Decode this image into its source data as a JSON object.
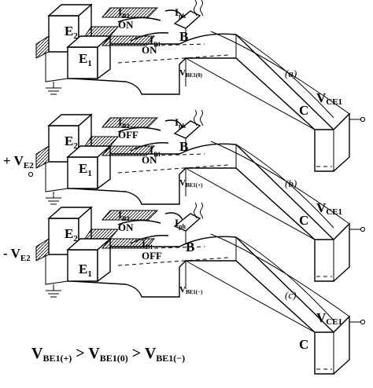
{
  "panels": [
    {
      "id": "a",
      "panel_label": "(a)",
      "emitter_2": "E",
      "emitter_2_sub": "2",
      "emitter_1": "E",
      "emitter_1_sub": "1",
      "base": "B",
      "collector": "C",
      "collector_voltage": "V",
      "collector_voltage_sub": "CE1",
      "ib2": "I",
      "ib2_sub": "B2",
      "ib1": "I",
      "ib1_sub": "B1",
      "iph": "I",
      "iph_sub": "ph",
      "state_e2": "ON",
      "state_e1": "ON",
      "vbe": "V",
      "vbe_sub": "BE1(0)",
      "bias": "",
      "bias_sub": ""
    },
    {
      "id": "b",
      "panel_label": "(b)",
      "emitter_2": "E",
      "emitter_2_sub": "2",
      "emitter_1": "E",
      "emitter_1_sub": "1",
      "base": "B",
      "collector": "C",
      "collector_voltage": "V",
      "collector_voltage_sub": "CE1",
      "ib2": "I",
      "ib2_sub": "B2",
      "ib1": "I",
      "ib1_sub": "B1",
      "iph": "I",
      "iph_sub": "ph",
      "state_e2": "OFF",
      "state_e1": "ON",
      "vbe": "V",
      "vbe_sub": "BE1(+)",
      "bias": "+ V",
      "bias_sub": "E2"
    },
    {
      "id": "c",
      "panel_label": "(c)",
      "emitter_2": "E",
      "emitter_2_sub": "2",
      "emitter_1": "E",
      "emitter_1_sub": "1",
      "base": "B",
      "collector": "C",
      "collector_voltage": "V",
      "collector_voltage_sub": "CE1",
      "ib2": "I",
      "ib2_sub": "B2",
      "ib1": "I",
      "ib1_sub": "B1",
      "iph": "I",
      "iph_sub": "ph",
      "state_e2": "ON",
      "state_e1": "OFF",
      "vbe": "V",
      "vbe_sub": "BE1(−)",
      "bias": "- V",
      "bias_sub": "E2"
    }
  ],
  "relation": {
    "t1": "V",
    "s1": "BE1(+)",
    "op1": " > V",
    "s2": "BE1(0)",
    "op2": " > V",
    "s3": "BE1(−)"
  }
}
